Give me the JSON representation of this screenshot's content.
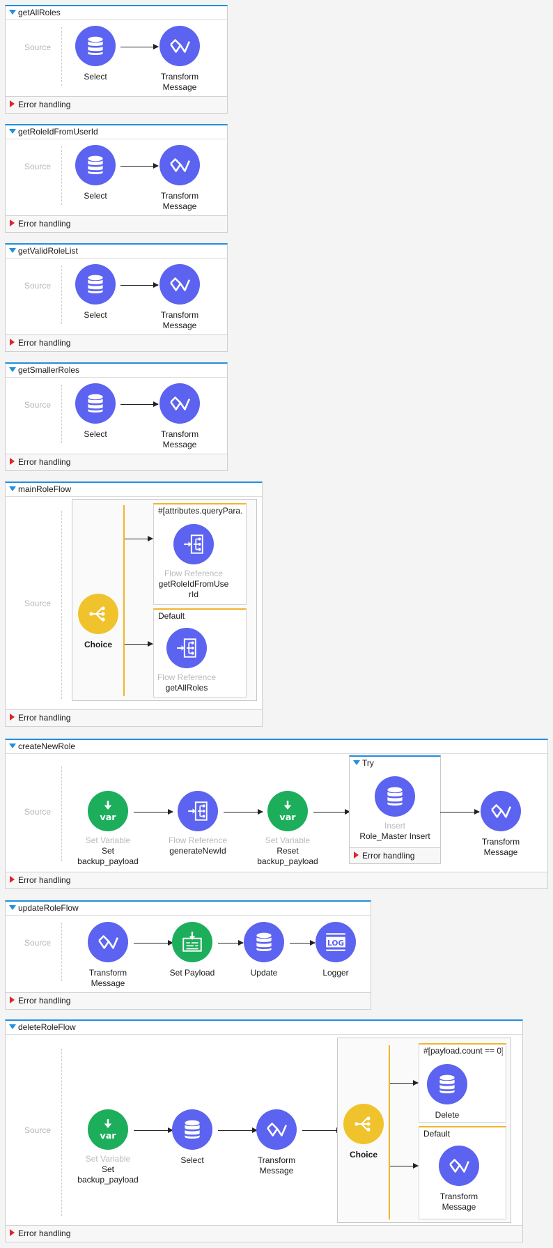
{
  "common": {
    "source_label": "Source",
    "error_handling_label": "Error handling"
  },
  "flows": {
    "getAllRoles": {
      "title": "getAllRoles",
      "select": {
        "label": "Select"
      },
      "transform": {
        "line1": "Transform",
        "line2": "Message"
      }
    },
    "getRoleIdFromUserId": {
      "title": "getRoleIdFromUserId",
      "select": {
        "label": "Select"
      },
      "transform": {
        "line1": "Transform",
        "line2": "Message"
      }
    },
    "getValidRoleList": {
      "title": "getValidRoleList",
      "select": {
        "label": "Select"
      },
      "transform": {
        "line1": "Transform",
        "line2": "Message"
      }
    },
    "getSmallerRoles": {
      "title": "getSmallerRoles",
      "select": {
        "label": "Select"
      },
      "transform": {
        "line1": "Transform",
        "line2": "Message"
      }
    },
    "mainRoleFlow": {
      "title": "mainRoleFlow",
      "choice": {
        "label": "Choice"
      },
      "route1": {
        "title": "#[attributes.queryPara...",
        "type": "Flow Reference",
        "line1": "getRoleIdFromUse",
        "line2": "rId"
      },
      "route2": {
        "title": "Default",
        "type": "Flow Reference",
        "line1": "getAllRoles"
      }
    },
    "createNewRole": {
      "title": "createNewRole",
      "set_var": {
        "type": "Set Variable",
        "line1": "Set",
        "line2": "backup_payload"
      },
      "flow_ref": {
        "type": "Flow Reference",
        "line1": "generateNewId"
      },
      "reset_var": {
        "type": "Set Variable",
        "line1": "Reset",
        "line2": "backup_payload"
      },
      "try": {
        "title": "Try",
        "insert": {
          "type": "Insert",
          "line1": "Role_Master Insert"
        },
        "error_handling_label": "Error handling"
      },
      "transform": {
        "line1": "Transform",
        "line2": "Message"
      }
    },
    "updateRoleFlow": {
      "title": "updateRoleFlow",
      "transform": {
        "line1": "Transform",
        "line2": "Message"
      },
      "set_payload": {
        "label": "Set Payload"
      },
      "update": {
        "label": "Update"
      },
      "logger": {
        "label": "Logger"
      }
    },
    "deleteRoleFlow": {
      "title": "deleteRoleFlow",
      "set_var": {
        "type": "Set Variable",
        "line1": "Set",
        "line2": "backup_payload"
      },
      "select": {
        "label": "Select"
      },
      "transform": {
        "line1": "Transform",
        "line2": "Message"
      },
      "choice": {
        "label": "Choice"
      },
      "route1": {
        "title": "#[payload.count == 0]",
        "delete": {
          "label": "Delete"
        }
      },
      "route2": {
        "title": "Default",
        "transform": {
          "line1": "Transform",
          "line2": "Message"
        }
      }
    }
  },
  "icons": {
    "database": "database-icon",
    "transform": "transform-icon",
    "flow_reference": "flow-reference-icon",
    "choice": "choice-icon",
    "set_variable": "var-icon",
    "set_payload": "set-payload-icon",
    "logger": "logger-icon"
  },
  "colors": {
    "accent": "#1f8fde",
    "component_blue": "#5b63f0",
    "component_green": "#1dae5c",
    "choice_yellow": "#f0c32c",
    "error_red": "#e0242c"
  }
}
